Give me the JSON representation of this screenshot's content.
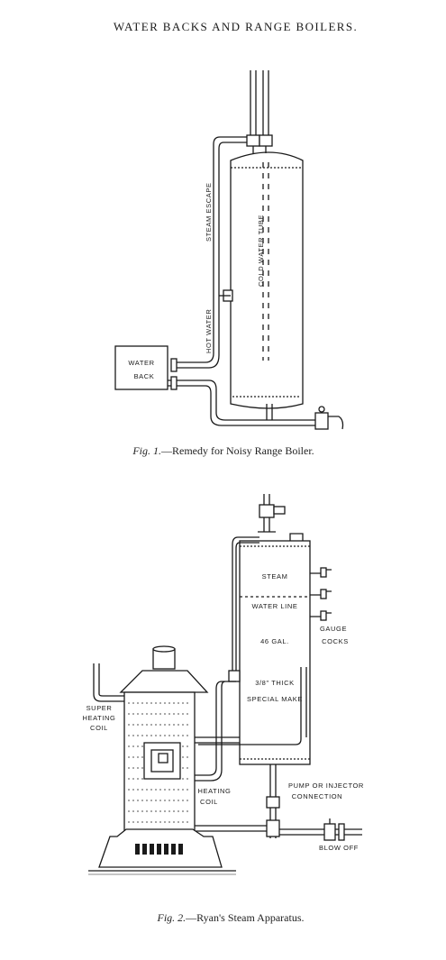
{
  "page": {
    "header": "WATER BACKS AND RANGE BOILERS."
  },
  "fig1": {
    "labels": {
      "steam_escape": "STEAM ESCAPE",
      "cold_water_tube": "COLD WATER TUBE",
      "hot_water": "HOT WATER",
      "water_back_line1": "WATER",
      "water_back_line2": "BACK"
    },
    "caption_fig": "Fig. 1.",
    "caption_text": "—Remedy for Noisy Range Boiler."
  },
  "fig2": {
    "labels": {
      "steam": "STEAM",
      "water_line": "WATER LINE",
      "capacity": "46 GAL.",
      "thick": "3/8\" THICK",
      "special_make": "SPECIAL MAKE",
      "gauge_line1": "GAUGE",
      "gauge_line2": "COCKS",
      "super_line1": "SUPER",
      "super_line2": "HEATING",
      "super_line3": "COIL",
      "heating_line1": "HEATING",
      "heating_line2": "COIL",
      "pump_line1": "PUMP OR INJECTOR",
      "pump_line2": "CONNECTION",
      "blow_off": "BLOW OFF"
    },
    "caption_fig": "Fig. 2.",
    "caption_text": "—Ryan's Steam Apparatus."
  }
}
